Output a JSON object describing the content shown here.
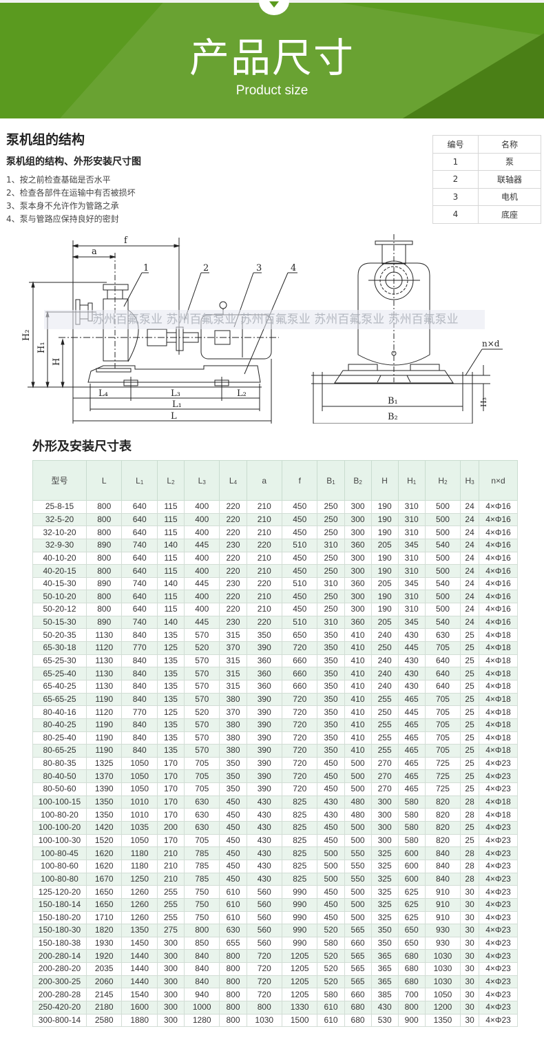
{
  "banner": {
    "title_cn": "产品尺寸",
    "title_en": "Product size",
    "colors": {
      "base": "#5a9a1f",
      "light": "#69a232",
      "dark": "#4a7f16"
    },
    "icon": "chevron-down-circle-icon"
  },
  "structure": {
    "heading": "泵机组的结构",
    "subheading": "泵机组的结构、外形安装尺寸图",
    "notes": [
      "1、按之前检查基础是否水平",
      "2、检查各部件在运输中有否被损坏",
      "3、泵本身不允许作为管路之承",
      "4、泵与管路应保持良好的密封"
    ],
    "legend": {
      "headers": [
        "编号",
        "名称"
      ],
      "rows": [
        [
          "1",
          "泵"
        ],
        [
          "2",
          "联轴器"
        ],
        [
          "3",
          "电机"
        ],
        [
          "4",
          "底座"
        ]
      ]
    },
    "drawing_labels": {
      "f": "f",
      "a": "a",
      "p1": "1",
      "p2": "2",
      "p3": "3",
      "p4": "4",
      "H2": "H",
      "H2s": "2",
      "H1": "H",
      "H1s": "1",
      "H": "H",
      "L4": "L",
      "L4s": "4",
      "L3": "L",
      "L3s": "3",
      "L2": "L",
      "L2s": "2",
      "L1": "L",
      "L1s": "1",
      "L": "L",
      "B1": "B",
      "B1s": "1",
      "B2": "B",
      "B2s": "2",
      "H3": "H",
      "H3s": "3",
      "nxd": "n×d"
    },
    "watermark": "苏州百氟泵业  苏州百氟泵业  苏州百氟泵业  苏州百氟泵业  苏州百氟泵业"
  },
  "table": {
    "title": "外形及安装尺寸表",
    "headers": [
      {
        "t": "型号",
        "s": ""
      },
      {
        "t": "L",
        "s": ""
      },
      {
        "t": "L",
        "s": "1"
      },
      {
        "t": "L",
        "s": "2"
      },
      {
        "t": "L",
        "s": "3"
      },
      {
        "t": "L",
        "s": "4"
      },
      {
        "t": "a",
        "s": ""
      },
      {
        "t": "f",
        "s": ""
      },
      {
        "t": "B",
        "s": "1"
      },
      {
        "t": "B",
        "s": "2"
      },
      {
        "t": "H",
        "s": ""
      },
      {
        "t": "H",
        "s": "1"
      },
      {
        "t": "H",
        "s": "2"
      },
      {
        "t": "H",
        "s": "3"
      },
      {
        "t": "n×d",
        "s": ""
      }
    ],
    "rows": [
      [
        "25-8-15",
        "800",
        "640",
        "115",
        "400",
        "220",
        "210",
        "450",
        "250",
        "300",
        "190",
        "310",
        "500",
        "24",
        "4×Φ16"
      ],
      [
        "32-5-20",
        "800",
        "640",
        "115",
        "400",
        "220",
        "210",
        "450",
        "250",
        "300",
        "190",
        "310",
        "500",
        "24",
        "4×Φ16"
      ],
      [
        "32-10-20",
        "800",
        "640",
        "115",
        "400",
        "220",
        "210",
        "450",
        "250",
        "300",
        "190",
        "310",
        "500",
        "24",
        "4×Φ16"
      ],
      [
        "32-9-30",
        "890",
        "740",
        "140",
        "445",
        "230",
        "220",
        "510",
        "310",
        "360",
        "205",
        "345",
        "540",
        "24",
        "4×Φ16"
      ],
      [
        "40-10-20",
        "800",
        "640",
        "115",
        "400",
        "220",
        "210",
        "450",
        "250",
        "300",
        "190",
        "310",
        "500",
        "24",
        "4×Φ16"
      ],
      [
        "40-20-15",
        "800",
        "640",
        "115",
        "400",
        "220",
        "210",
        "450",
        "250",
        "300",
        "190",
        "310",
        "500",
        "24",
        "4×Φ16"
      ],
      [
        "40-15-30",
        "890",
        "740",
        "140",
        "445",
        "230",
        "220",
        "510",
        "310",
        "360",
        "205",
        "345",
        "540",
        "24",
        "4×Φ16"
      ],
      [
        "50-10-20",
        "800",
        "640",
        "115",
        "400",
        "220",
        "210",
        "450",
        "250",
        "300",
        "190",
        "310",
        "500",
        "24",
        "4×Φ16"
      ],
      [
        "50-20-12",
        "800",
        "640",
        "115",
        "400",
        "220",
        "210",
        "450",
        "250",
        "300",
        "190",
        "310",
        "500",
        "24",
        "4×Φ16"
      ],
      [
        "50-15-30",
        "890",
        "740",
        "140",
        "445",
        "230",
        "220",
        "510",
        "310",
        "360",
        "205",
        "345",
        "540",
        "24",
        "4×Φ16"
      ],
      [
        "50-20-35",
        "1130",
        "840",
        "135",
        "570",
        "315",
        "350",
        "650",
        "350",
        "410",
        "240",
        "430",
        "630",
        "25",
        "4×Φ18"
      ],
      [
        "65-30-18",
        "1120",
        "770",
        "125",
        "520",
        "370",
        "390",
        "720",
        "350",
        "410",
        "250",
        "445",
        "705",
        "25",
        "4×Φ18"
      ],
      [
        "65-25-30",
        "1130",
        "840",
        "135",
        "570",
        "315",
        "360",
        "660",
        "350",
        "410",
        "240",
        "430",
        "640",
        "25",
        "4×Φ18"
      ],
      [
        "65-25-40",
        "1130",
        "840",
        "135",
        "570",
        "315",
        "360",
        "660",
        "350",
        "410",
        "240",
        "430",
        "640",
        "25",
        "4×Φ18"
      ],
      [
        "65-40-25",
        "1130",
        "840",
        "135",
        "570",
        "315",
        "360",
        "660",
        "350",
        "410",
        "240",
        "430",
        "640",
        "25",
        "4×Φ18"
      ],
      [
        "65-65-25",
        "1190",
        "840",
        "135",
        "570",
        "380",
        "390",
        "720",
        "350",
        "410",
        "255",
        "465",
        "705",
        "25",
        "4×Φ18"
      ],
      [
        "80-40-16",
        "1120",
        "770",
        "125",
        "520",
        "370",
        "390",
        "720",
        "350",
        "410",
        "250",
        "445",
        "705",
        "25",
        "4×Φ18"
      ],
      [
        "80-40-25",
        "1190",
        "840",
        "135",
        "570",
        "380",
        "390",
        "720",
        "350",
        "410",
        "255",
        "465",
        "705",
        "25",
        "4×Φ18"
      ],
      [
        "80-25-40",
        "1190",
        "840",
        "135",
        "570",
        "380",
        "390",
        "720",
        "350",
        "410",
        "255",
        "465",
        "705",
        "25",
        "4×Φ18"
      ],
      [
        "80-65-25",
        "1190",
        "840",
        "135",
        "570",
        "380",
        "390",
        "720",
        "350",
        "410",
        "255",
        "465",
        "705",
        "25",
        "4×Φ18"
      ],
      [
        "80-80-35",
        "1325",
        "1050",
        "170",
        "705",
        "350",
        "390",
        "720",
        "450",
        "500",
        "270",
        "465",
        "725",
        "25",
        "4×Φ23"
      ],
      [
        "80-40-50",
        "1370",
        "1050",
        "170",
        "705",
        "350",
        "390",
        "720",
        "450",
        "500",
        "270",
        "465",
        "725",
        "25",
        "4×Φ23"
      ],
      [
        "80-50-60",
        "1390",
        "1050",
        "170",
        "705",
        "350",
        "390",
        "720",
        "450",
        "500",
        "270",
        "465",
        "725",
        "25",
        "4×Φ23"
      ],
      [
        "100-100-15",
        "1350",
        "1010",
        "170",
        "630",
        "450",
        "430",
        "825",
        "430",
        "480",
        "300",
        "580",
        "820",
        "28",
        "4×Φ18"
      ],
      [
        "100-80-20",
        "1350",
        "1010",
        "170",
        "630",
        "450",
        "430",
        "825",
        "430",
        "480",
        "300",
        "580",
        "820",
        "28",
        "4×Φ18"
      ],
      [
        "100-100-20",
        "1420",
        "1035",
        "200",
        "630",
        "450",
        "430",
        "825",
        "450",
        "500",
        "300",
        "580",
        "820",
        "25",
        "4×Φ23"
      ],
      [
        "100-100-30",
        "1520",
        "1050",
        "170",
        "705",
        "450",
        "430",
        "825",
        "450",
        "500",
        "300",
        "580",
        "820",
        "25",
        "4×Φ23"
      ],
      [
        "100-80-45",
        "1620",
        "1180",
        "210",
        "785",
        "450",
        "430",
        "825",
        "500",
        "550",
        "325",
        "600",
        "840",
        "28",
        "4×Φ23"
      ],
      [
        "100-80-60",
        "1620",
        "1180",
        "210",
        "785",
        "450",
        "430",
        "825",
        "500",
        "550",
        "325",
        "600",
        "840",
        "28",
        "4×Φ23"
      ],
      [
        "100-80-80",
        "1670",
        "1250",
        "210",
        "785",
        "450",
        "430",
        "825",
        "500",
        "550",
        "325",
        "600",
        "840",
        "28",
        "4×Φ23"
      ],
      [
        "125-120-20",
        "1650",
        "1260",
        "255",
        "750",
        "610",
        "560",
        "990",
        "450",
        "500",
        "325",
        "625",
        "910",
        "30",
        "4×Φ23"
      ],
      [
        "150-180-14",
        "1650",
        "1260",
        "255",
        "750",
        "610",
        "560",
        "990",
        "450",
        "500",
        "325",
        "625",
        "910",
        "30",
        "4×Φ23"
      ],
      [
        "150-180-20",
        "1710",
        "1260",
        "255",
        "750",
        "610",
        "560",
        "990",
        "450",
        "500",
        "325",
        "625",
        "910",
        "30",
        "4×Φ23"
      ],
      [
        "150-180-30",
        "1820",
        "1350",
        "275",
        "800",
        "630",
        "560",
        "990",
        "520",
        "565",
        "350",
        "650",
        "930",
        "30",
        "4×Φ23"
      ],
      [
        "150-180-38",
        "1930",
        "1450",
        "300",
        "850",
        "655",
        "560",
        "990",
        "580",
        "660",
        "350",
        "650",
        "930",
        "30",
        "4×Φ23"
      ],
      [
        "200-280-14",
        "1920",
        "1440",
        "300",
        "840",
        "800",
        "720",
        "1205",
        "520",
        "565",
        "365",
        "680",
        "1030",
        "30",
        "4×Φ23"
      ],
      [
        "200-280-20",
        "2035",
        "1440",
        "300",
        "840",
        "800",
        "720",
        "1205",
        "520",
        "565",
        "365",
        "680",
        "1030",
        "30",
        "4×Φ23"
      ],
      [
        "200-300-25",
        "2060",
        "1440",
        "300",
        "840",
        "800",
        "720",
        "1205",
        "520",
        "565",
        "365",
        "680",
        "1030",
        "30",
        "4×Φ23"
      ],
      [
        "200-280-28",
        "2145",
        "1540",
        "300",
        "940",
        "800",
        "720",
        "1205",
        "580",
        "660",
        "385",
        "700",
        "1050",
        "30",
        "4×Φ23"
      ],
      [
        "250-420-20",
        "2180",
        "1600",
        "300",
        "1000",
        "800",
        "800",
        "1330",
        "610",
        "680",
        "430",
        "800",
        "1200",
        "30",
        "4×Φ23"
      ],
      [
        "300-800-14",
        "2580",
        "1880",
        "300",
        "1280",
        "800",
        "1030",
        "1500",
        "610",
        "680",
        "530",
        "900",
        "1350",
        "30",
        "4×Φ23"
      ]
    ]
  }
}
